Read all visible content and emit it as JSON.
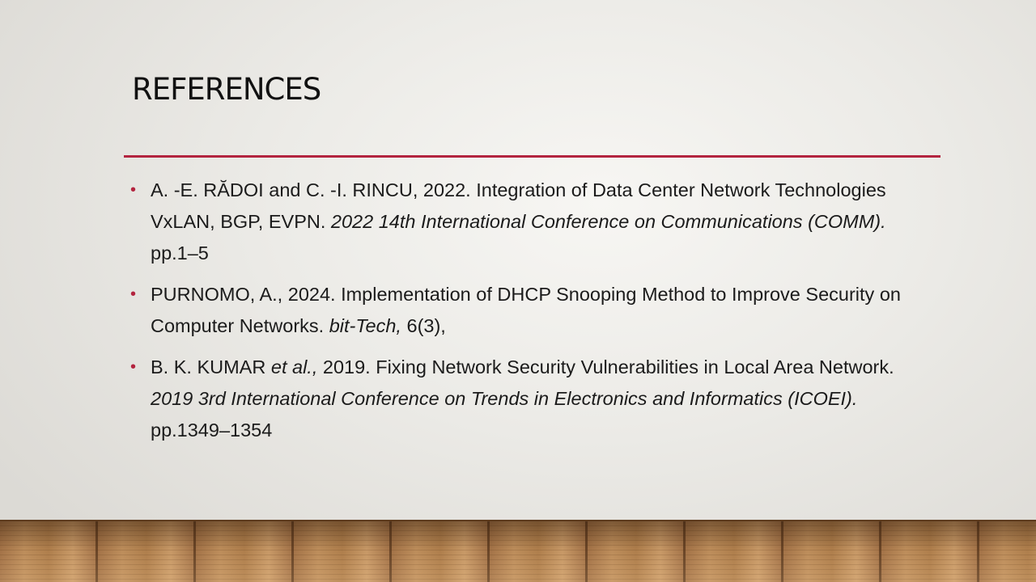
{
  "slide": {
    "title": "REFERENCES",
    "accent_color": "#b3243f",
    "bullet_glyph": "•",
    "references": [
      {
        "segments": [
          {
            "text": "A. -E. RĂDOI and C. -I. RINCU, 2022. Integration of Data Center Network Technologies VxLAN, BGP, EVPN. ",
            "italic": false
          },
          {
            "text": "2022 14th International Conference on Communications (COMM).",
            "italic": true
          },
          {
            "text": " pp.1–5",
            "italic": false
          }
        ]
      },
      {
        "segments": [
          {
            "text": "PURNOMO, A., 2024. Implementation of DHCP Snooping Method to Improve Security on Computer Networks. ",
            "italic": false
          },
          {
            "text": "bit-Tech,",
            "italic": true
          },
          {
            "text": " 6(3),",
            "italic": false
          }
        ]
      },
      {
        "segments": [
          {
            "text": "B. K. KUMAR ",
            "italic": false
          },
          {
            "text": "et al.,",
            "italic": true
          },
          {
            "text": " 2019. Fixing Network Security Vulnerabilities in Local Area Network. ",
            "italic": false
          },
          {
            "text": "2019 3rd International Conference on Trends in Electronics and Informatics (ICOEI).",
            "italic": true
          },
          {
            "text": " pp.1349–1354",
            "italic": false
          }
        ]
      }
    ]
  }
}
